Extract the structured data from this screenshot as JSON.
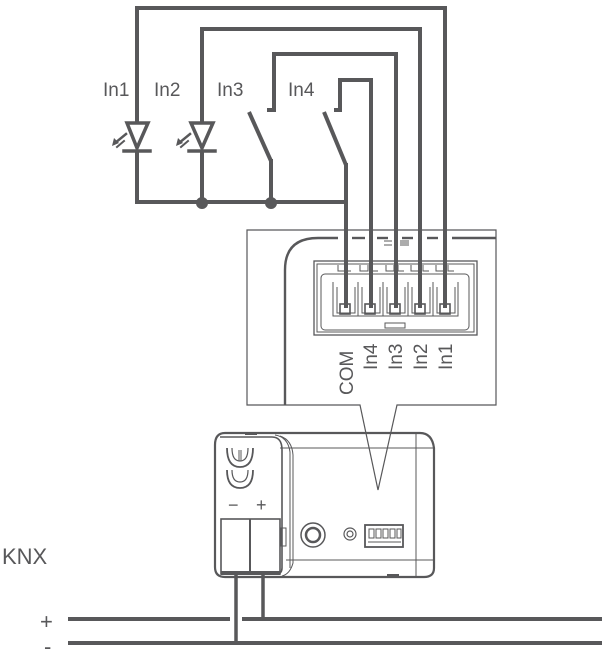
{
  "diagram": {
    "title": "KNX binary input wiring diagram",
    "inputs": [
      {
        "label": "In1",
        "device": "LED"
      },
      {
        "label": "In2",
        "device": "LED"
      },
      {
        "label": "In3",
        "device": "switch"
      },
      {
        "label": "In4",
        "device": "switch"
      }
    ],
    "terminal_labels": [
      "COM",
      "In4",
      "In3",
      "In2",
      "In1"
    ],
    "bus": {
      "label": "KNX",
      "plus_label": "+",
      "minus_label": "-"
    },
    "device_polarity": {
      "minus": "−",
      "plus": "+"
    },
    "colors": {
      "line": "#58585a",
      "background": "#ffffff"
    }
  }
}
